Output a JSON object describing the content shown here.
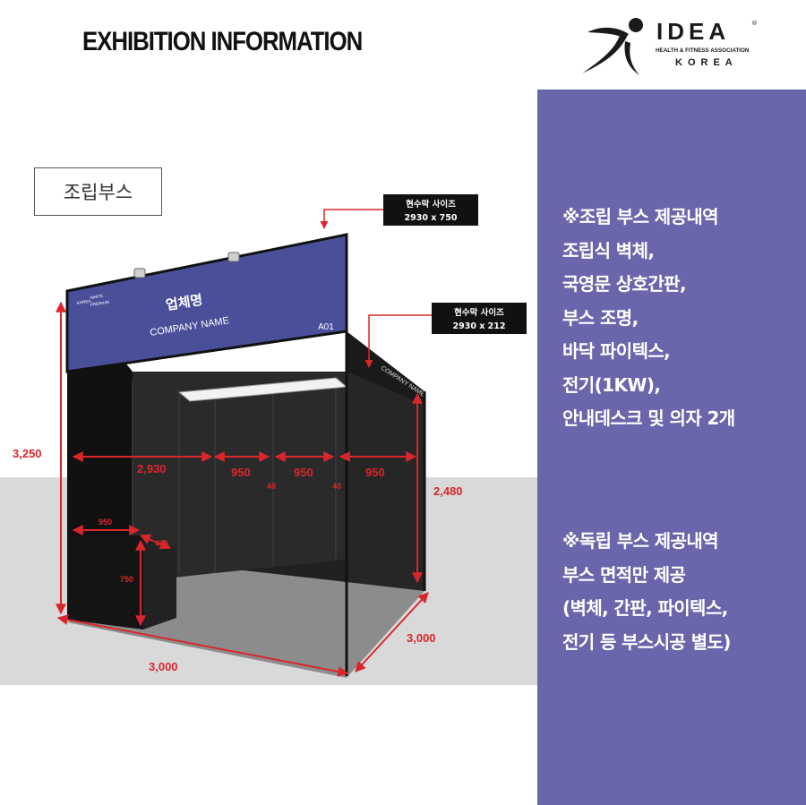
{
  "header": {
    "title": "EXHIBITION INFORMATION",
    "logo": {
      "wordmark": "IDEA",
      "registered": "®",
      "subtitle": "HEALTH & FITNESS ASSOCIATION",
      "country": "KOREA"
    }
  },
  "booth_tag": "조립부스",
  "diagram": {
    "fascia_front": {
      "size_label": "현수막 사이즈",
      "size_value": "2930 x 750",
      "company_kr": "업체명",
      "company_en": "COMPANY NAME",
      "booth_no": "A01",
      "brand_mini_1": "KOREA",
      "brand_mini_2": "WHITE",
      "brand_mini_3": "PREMIUM"
    },
    "fascia_side": {
      "size_label": "현수막 사이즈",
      "size_value": "2930 x 212",
      "company_en": "COMPANY NAME"
    },
    "dimensions": {
      "total_height": "3,250",
      "wall_width": "2,930",
      "panel_1": "950",
      "panel_2": "950",
      "panel_3": "950",
      "gap_1": "40",
      "gap_2": "40",
      "wall_height": "2,480",
      "desk_width": "950",
      "desk_depth": "455",
      "desk_height": "750",
      "floor_front": "3,000",
      "floor_side": "3,000"
    }
  },
  "info": {
    "assembled": [
      "※조립 부스 제공내역",
      "조립식 벽체,",
      "국영문 상호간판,",
      "부스 조명,",
      "바닥 파이텍스,",
      "전기(1KW),",
      "안내데스크 및 의자 2개"
    ],
    "independent": [
      "※독립 부스 제공내역",
      "부스 면적만 제공",
      "(벽체, 간판, 파이텍스,",
      "전기 등 부스시공 별도)"
    ]
  },
  "colors": {
    "panel": "#6a66ab",
    "fascia": "#4a4f9a",
    "dimension": "#d9262c",
    "wall": "#1f1f1f"
  }
}
